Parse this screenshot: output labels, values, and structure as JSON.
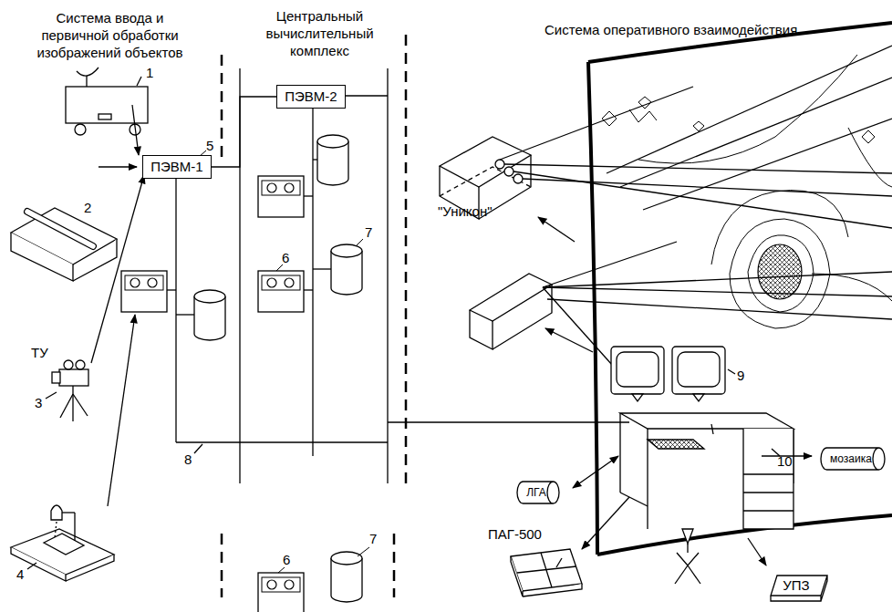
{
  "diagram": {
    "nodes": [
      {
        "text": [
          "ПЭВМ-1"
        ]
      },
      {
        "text": [
          "ПЭВМ-2"
        ]
      },
      {
        "text": [
          "ЛГА"
        ]
      },
      {
        "text": [
          "мозаика"
        ]
      },
      {
        "text": [
          "УПЗ"
        ]
      }
    ],
    "edges": [
      {
        "from": 0,
        "to": 1,
        "arrow": "none"
      }
    ],
    "labels": [
      "Система ввода и первичной обработки изображений объектов",
      "Центральный вычислительный комплекс",
      "Система оперативного взаимодействия",
      "\"Уникон\"",
      "1",
      "2",
      "5",
      "ТУ",
      "3",
      "4",
      "8",
      "6",
      "7",
      "6",
      "7",
      "9",
      "10",
      "ПАГ-500"
    ]
  }
}
